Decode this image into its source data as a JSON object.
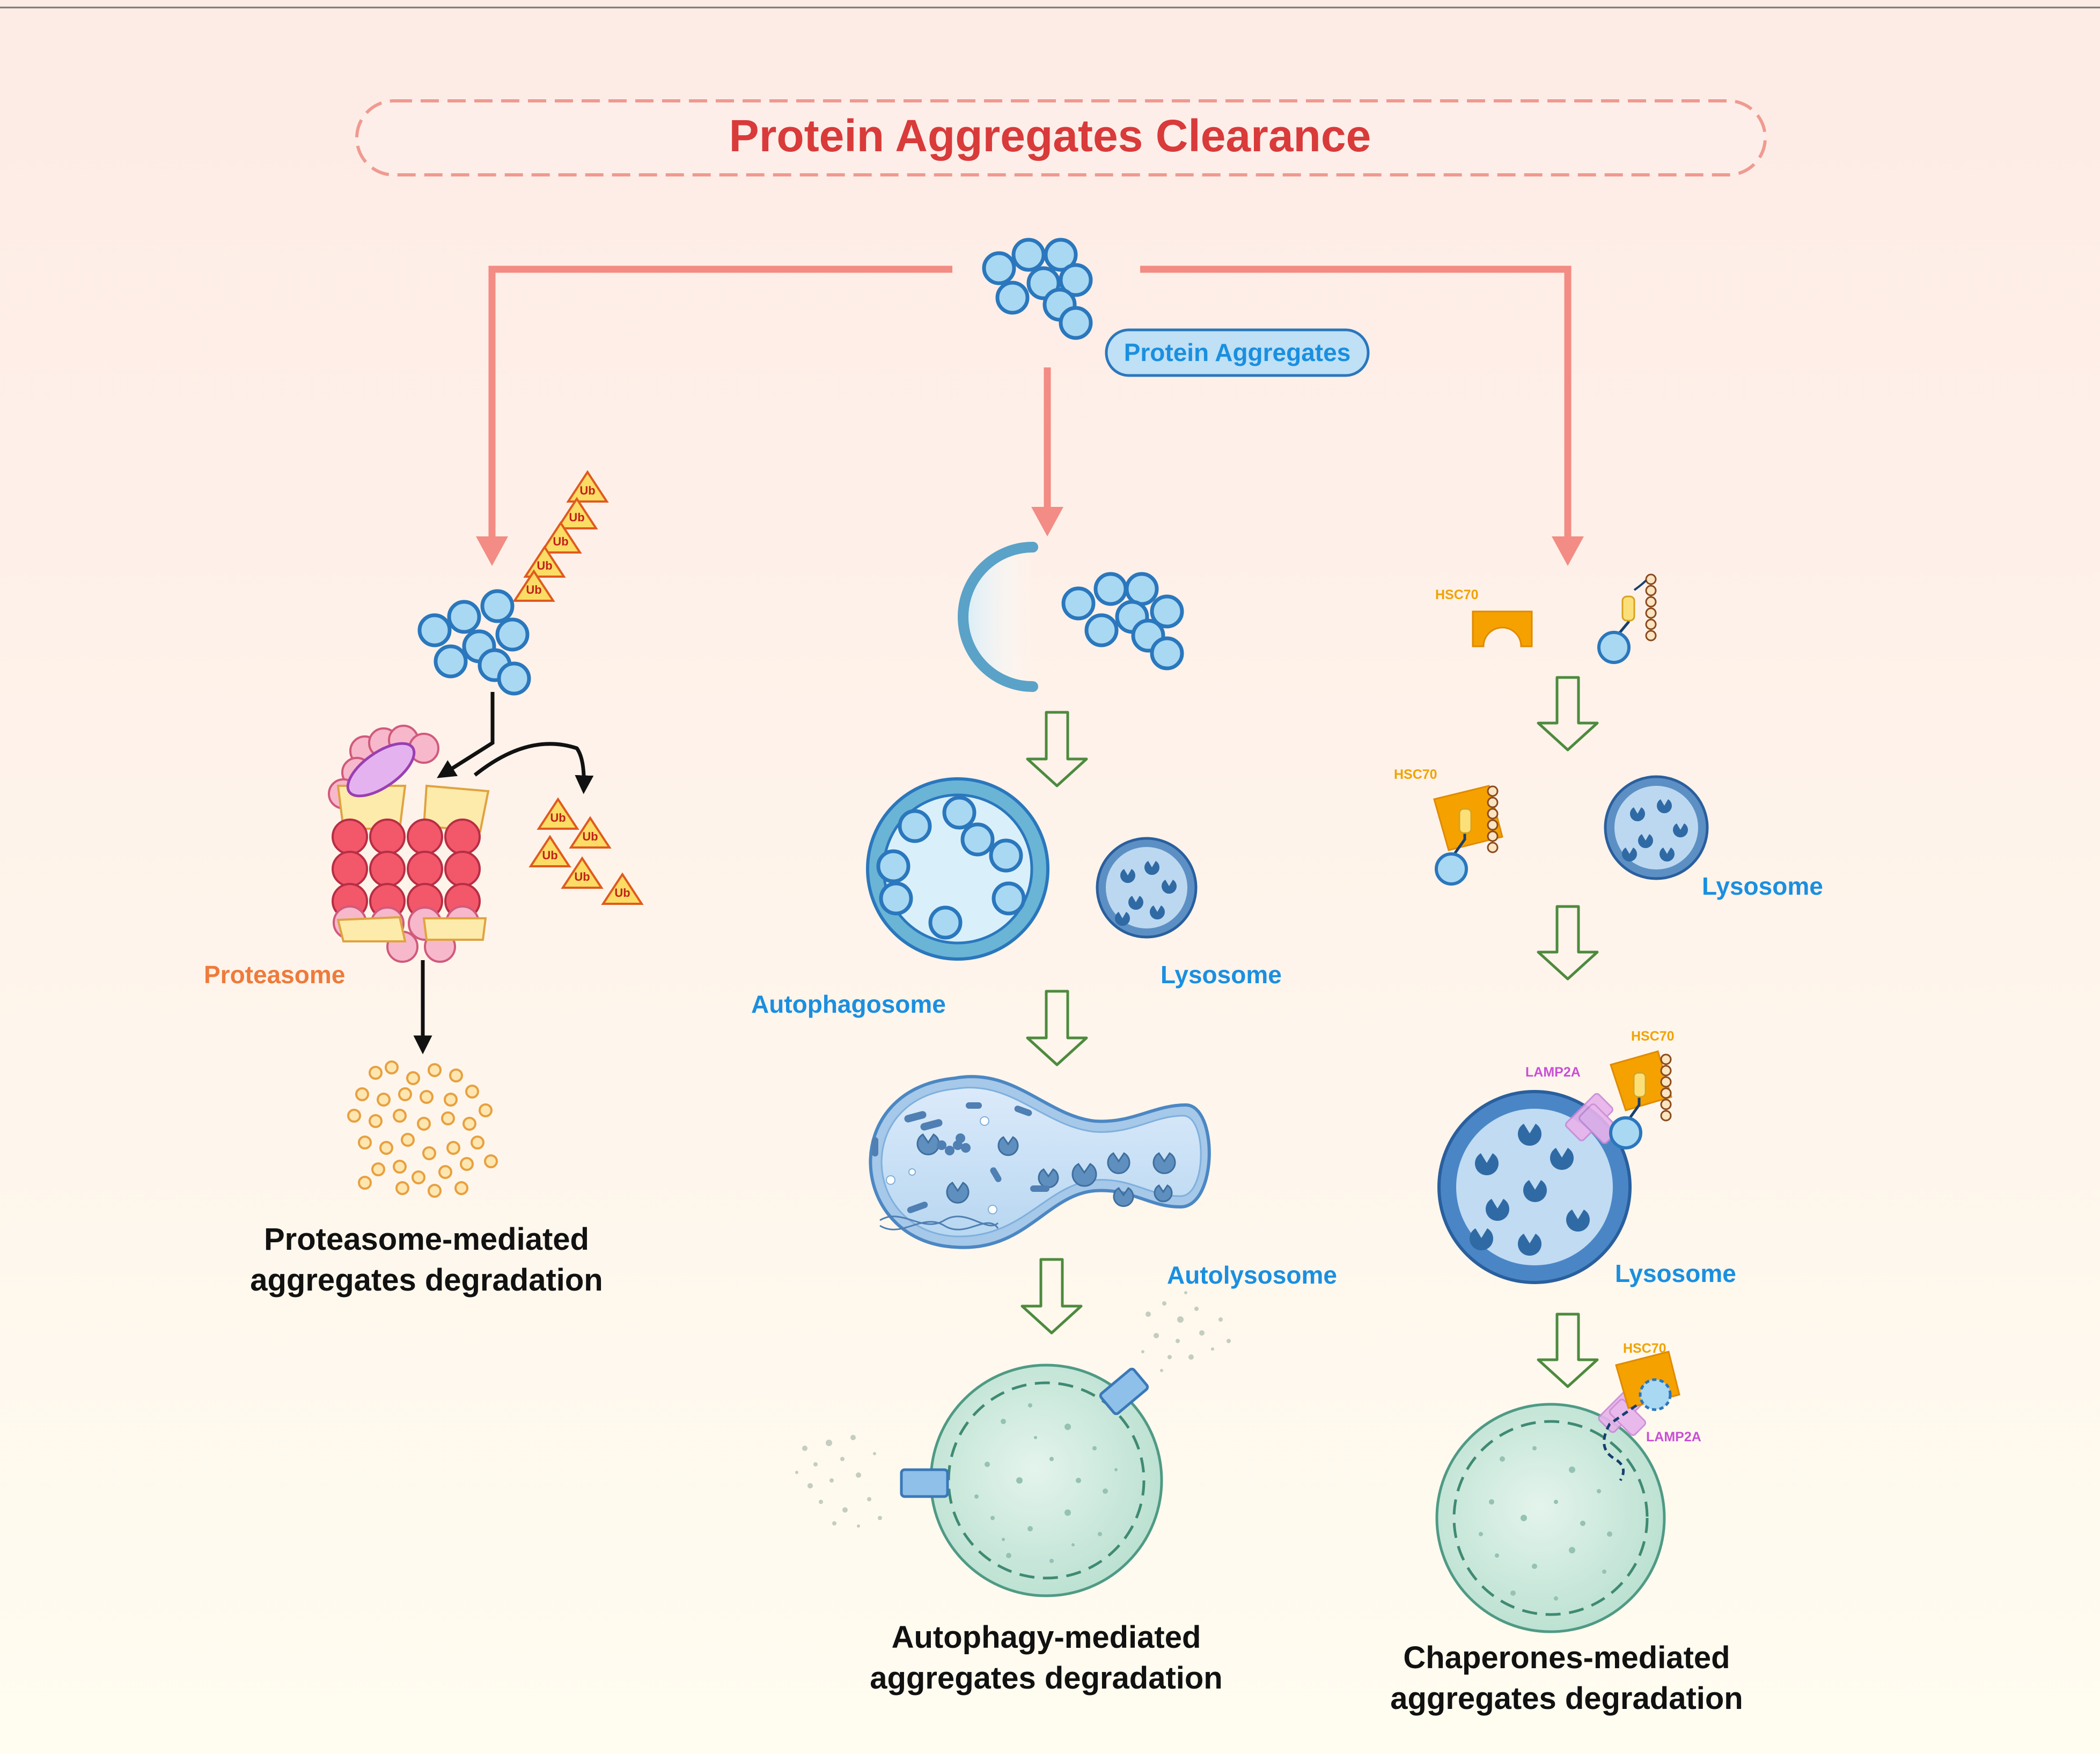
{
  "title": "Protein Aggregates Clearance",
  "aggregates_label": "Protein Aggregates",
  "proteasome_path": {
    "ub_label": "Ub",
    "proteasome_label": "Proteasome",
    "caption_line1": "Proteasome-mediated",
    "caption_line2": "aggregates degradation"
  },
  "autophagy_path": {
    "autophagosome_label": "Autophagosome",
    "lysosome_label": "Lysosome",
    "autolysosome_label": "Autolysosome",
    "caption_line1": "Autophagy-mediated",
    "caption_line2": "aggregates degradation"
  },
  "chaperone_path": {
    "hsc70_label": "HSC70",
    "lamp2a_label": "LAMP2A",
    "lysosome_label": "Lysosome",
    "caption_line1": "Chaperones-mediated",
    "caption_line2": "aggregates degradation"
  },
  "colors": {
    "title_red": "#d93a3a",
    "flow_arrow": "#f28c84",
    "label_blue": "#1a8fe0",
    "label_orange": "#ef7a3a",
    "hsc70_yellow": "#f0a300",
    "lamp2a_purple": "#c84fd6",
    "aggregate_fill": "#a9d8f2",
    "aggregate_stroke": "#2a77bd"
  }
}
